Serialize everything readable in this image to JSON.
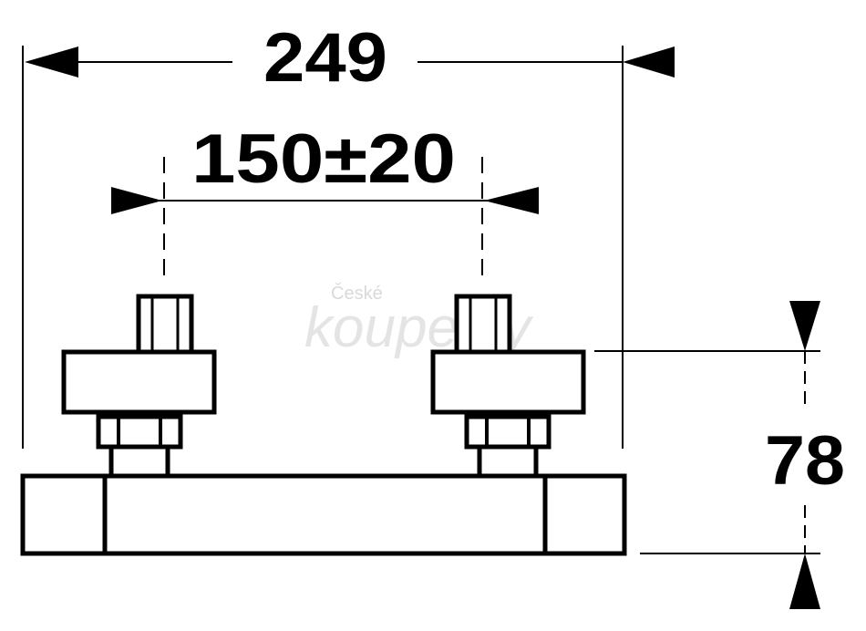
{
  "dimensions": {
    "overall_width": "249",
    "connection_spacing": "150±20",
    "height": "78"
  },
  "watermark": {
    "line1": "České",
    "line2": "koupelny"
  },
  "colors": {
    "line": "#000000",
    "background": "#ffffff",
    "watermark": "#dddddd"
  }
}
